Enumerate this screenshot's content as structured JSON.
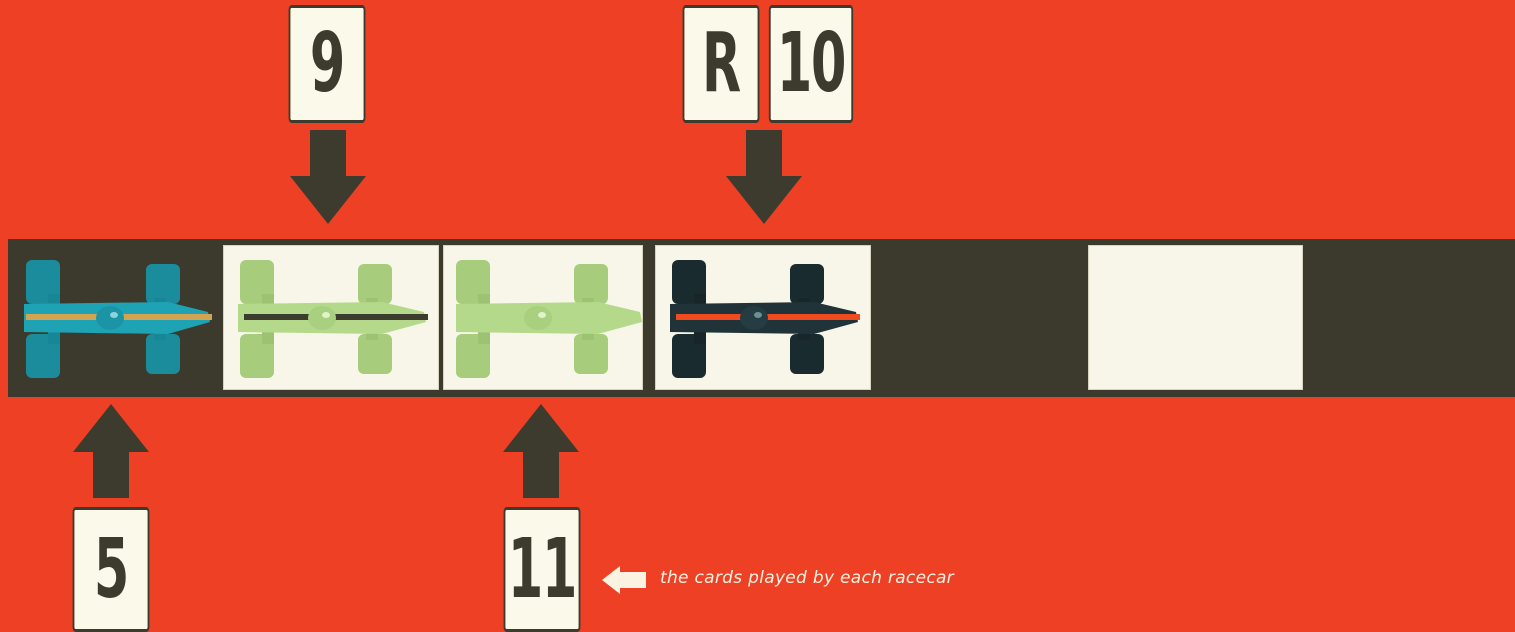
{
  "cards_top": [
    {
      "label": "9"
    },
    {
      "label": "R"
    },
    {
      "label": "10"
    }
  ],
  "cards_bottom": [
    {
      "label": "5"
    },
    {
      "label": "11"
    }
  ],
  "caption": "the cards played by each racecar",
  "colors": {
    "background": "#ee4025",
    "track": "#3c3a2c",
    "tile": "#f8f6e8",
    "card_ink": "#3d3b2d",
    "car_blue": "#1ea3b5",
    "car_light_green": "#b4d98a",
    "car_dark": "#1f3338",
    "stripe_orange": "#f04b1e"
  },
  "cars": [
    {
      "name": "blue-racecar",
      "body": "#1ea3b5",
      "stripe": "#d3a352"
    },
    {
      "name": "green-racecar-striped",
      "body": "#b4d98a",
      "stripe": "#3d3b2d"
    },
    {
      "name": "green-racecar",
      "body": "#b4d98a",
      "stripe": ""
    },
    {
      "name": "dark-racecar",
      "body": "#1f3338",
      "stripe": "#f04b1e"
    }
  ]
}
